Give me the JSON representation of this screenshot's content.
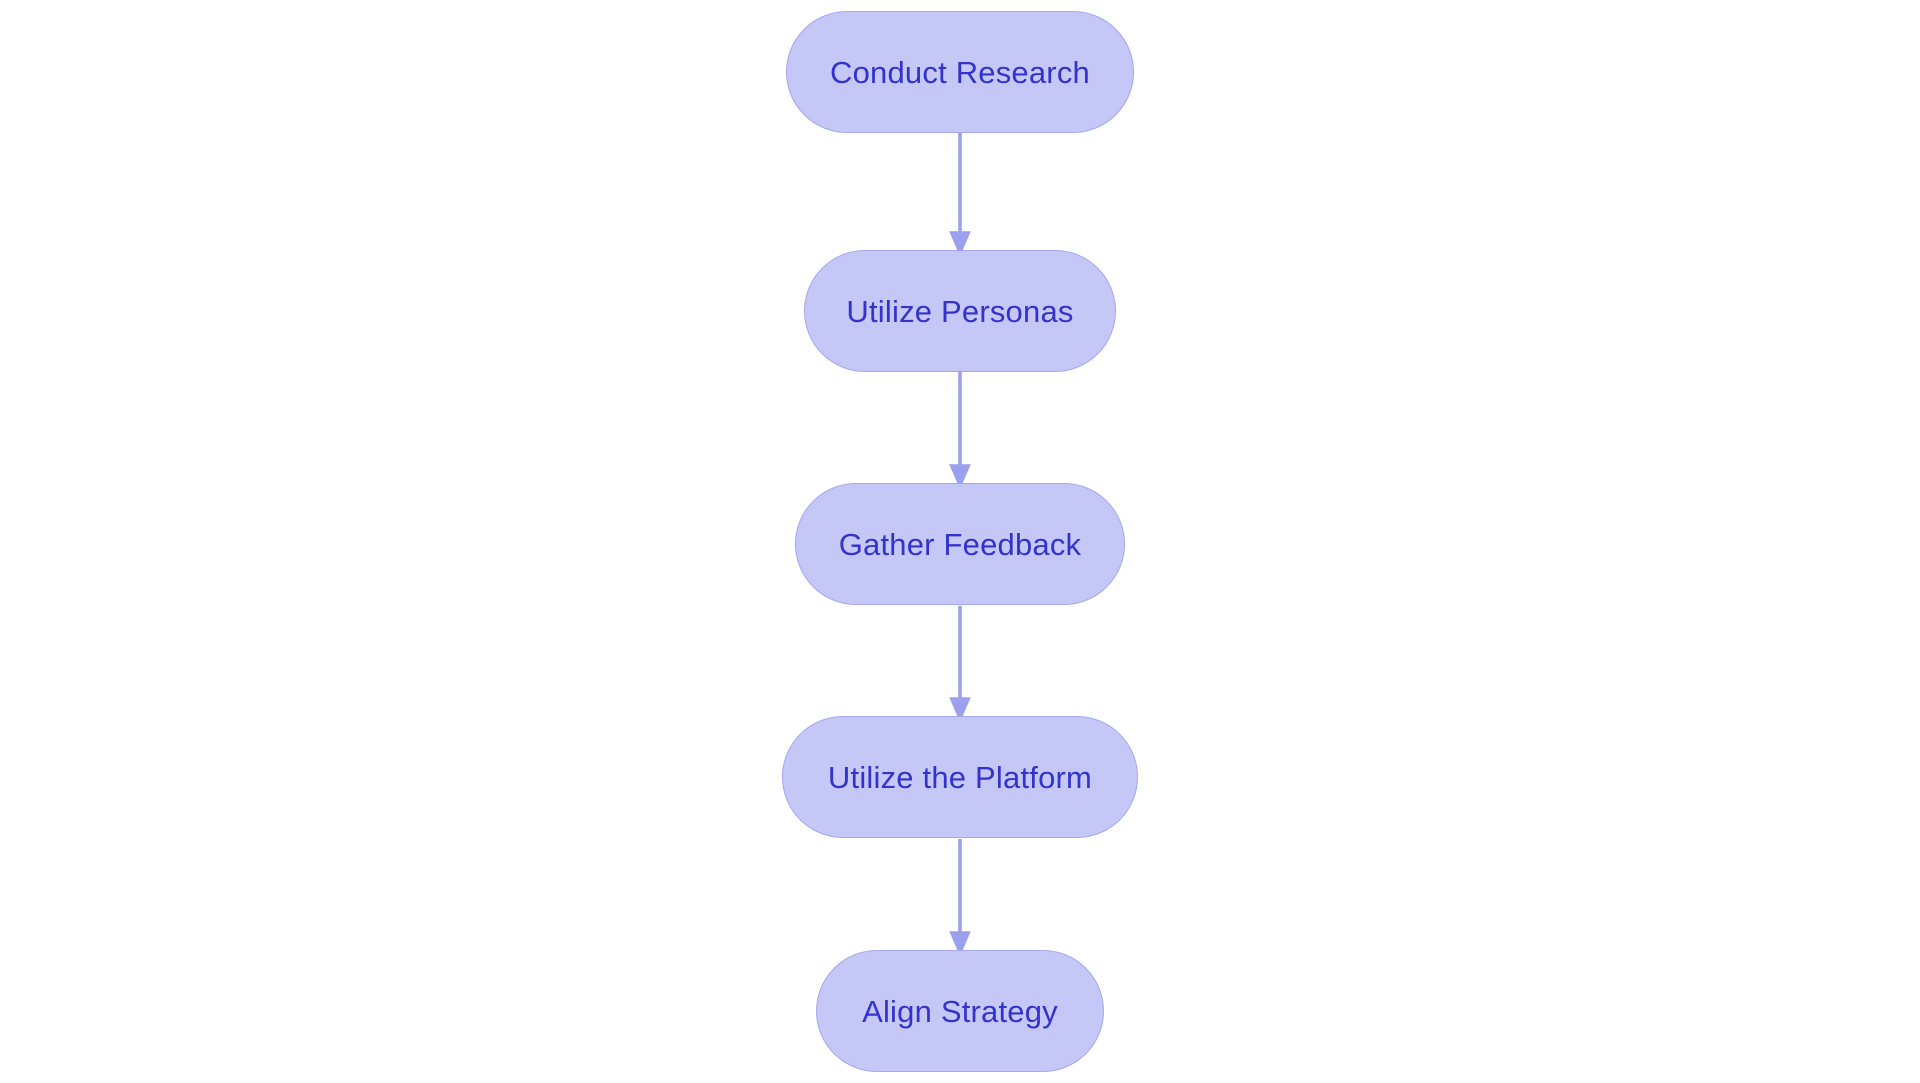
{
  "diagram": {
    "type": "flowchart",
    "orientation": "top-to-bottom",
    "background_color": "#ffffff",
    "node_fill_color": "#c5c8f7",
    "node_border_color": "#a3a8ef",
    "node_text_color": "#3333cc",
    "edge_color": "#9aa0ee",
    "node_shape": "stadium",
    "nodes": [
      {
        "id": "n0",
        "label": "Conduct Research"
      },
      {
        "id": "n1",
        "label": "Utilize Personas"
      },
      {
        "id": "n2",
        "label": "Gather Feedback"
      },
      {
        "id": "n3",
        "label": "Utilize the Platform"
      },
      {
        "id": "n4",
        "label": "Align Strategy"
      }
    ],
    "edges": [
      {
        "from": "n0",
        "to": "n1",
        "label": "",
        "arrowhead": "triangle"
      },
      {
        "from": "n1",
        "to": "n2",
        "label": "",
        "arrowhead": "triangle"
      },
      {
        "from": "n2",
        "to": "n3",
        "label": "",
        "arrowhead": "triangle"
      },
      {
        "from": "n3",
        "to": "n4",
        "label": "",
        "arrowhead": "triangle"
      }
    ]
  }
}
